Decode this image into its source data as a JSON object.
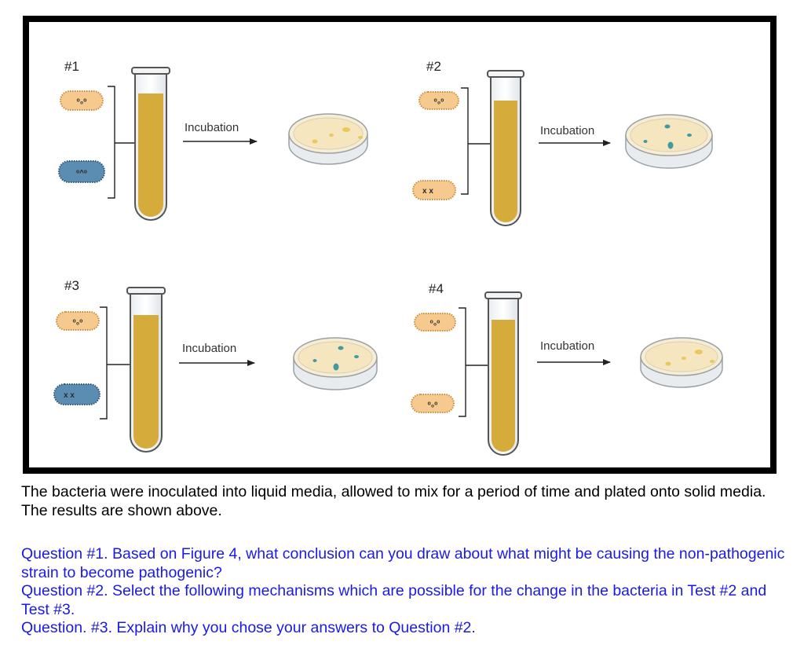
{
  "figure": {
    "tests": [
      {
        "label": "#1",
        "incubation": "Incubation",
        "top_face": "ᵒ₀ᵒ",
        "bottom_face": "ᵒ^ᵒ"
      },
      {
        "label": "#2",
        "incubation": "Incubation",
        "top_face": "ᵒ₀ᵒ",
        "bottom_face": "x x"
      },
      {
        "label": "#3",
        "incubation": "Incubation",
        "top_face": "ᵒ₀ᵒ",
        "bottom_face": "x x"
      },
      {
        "label": "#4",
        "incubation": "Incubation",
        "top_face": "ᵒ₀ᵒ",
        "bottom_face": "ᵒ₀ᵒ"
      }
    ],
    "colors": {
      "non_pathogenic": "#f6c98f",
      "pathogenic": "#5b8cb2",
      "media": "#d5ab3c",
      "yellow_colony": "#e8c95a",
      "teal_colony": "#3f9aa1"
    }
  },
  "caption": "The bacteria were inoculated into liquid media, allowed to mix for a period of time and plated onto solid media. The results are shown above.",
  "questions": [
    "Question #1. Based on Figure 4, what conclusion can you draw about what might be causing the non-pathogenic strain to become pathogenic?",
    "Question #2. Select the following mechanisms which are possible for the change in the bacteria in Test #2 and Test #3.",
    "Question. #3. Explain why you chose your answers to Question #2."
  ]
}
